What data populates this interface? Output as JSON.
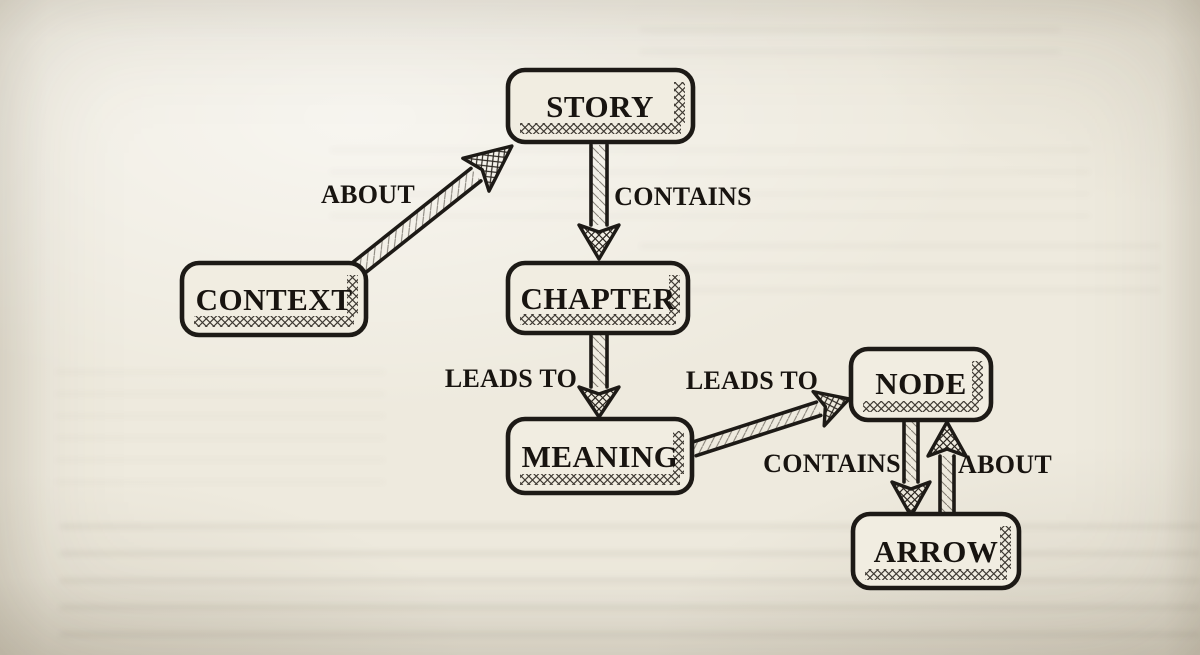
{
  "diagram": {
    "nodes": {
      "story": {
        "label": "STORY"
      },
      "context": {
        "label": "CONTEXT"
      },
      "chapter": {
        "label": "CHAPTER"
      },
      "meaning": {
        "label": "MEANING"
      },
      "node": {
        "label": "NODE"
      },
      "arrow": {
        "label": "ARROW"
      }
    },
    "edges": {
      "context_story": {
        "from": "CONTEXT",
        "to": "STORY",
        "label": "ABOUT"
      },
      "story_chapter": {
        "from": "STORY",
        "to": "CHAPTER",
        "label": "CONTAINS"
      },
      "chapter_meaning": {
        "from": "CHAPTER",
        "to": "MEANING",
        "label": "LEADS TO"
      },
      "meaning_node": {
        "from": "MEANING",
        "to": "NODE",
        "label": "LEADS TO"
      },
      "node_arrow": {
        "from": "NODE",
        "to": "ARROW",
        "label": "CONTAINS"
      },
      "arrow_node": {
        "from": "ARROW",
        "to": "NODE",
        "label": "ABOUT"
      }
    },
    "colors": {
      "ink": "#1d1a16",
      "paper": "#eeeade"
    }
  }
}
